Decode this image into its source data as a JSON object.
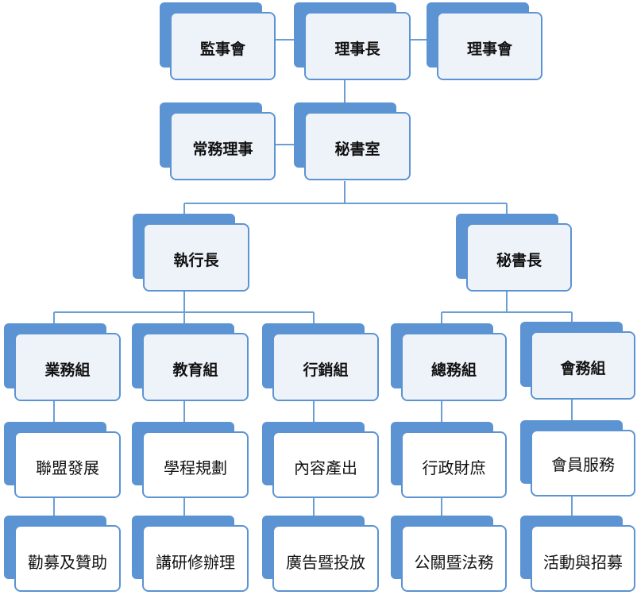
{
  "org": {
    "supervisors": "監事會",
    "chairman": "理事長",
    "board": "理事會",
    "standing_directors": "常務理事",
    "secretariat": "秘書室",
    "ceo": "執行長",
    "secretary_general": "秘書長",
    "business_group": "業務組",
    "education_group": "教育組",
    "marketing_group": "行銷組",
    "general_affairs_group": "總務組",
    "membership_group": "會務組",
    "alliance_development": "聯盟發展",
    "curriculum_planning": "學程規劃",
    "content_production": "內容產出",
    "admin_finance": "行政財庶",
    "member_services": "會員服務",
    "fundraising_sponsorship": "勸募及贊助",
    "workshops": "講研修辦理",
    "ad_placement": "廣告暨投放",
    "pr_legal": "公關暨法務",
    "activities_recruitment": "活動與招募"
  },
  "colors": {
    "accent": "#5b93d3",
    "fill": "#eef3fa",
    "line": "#6a9fd6"
  }
}
